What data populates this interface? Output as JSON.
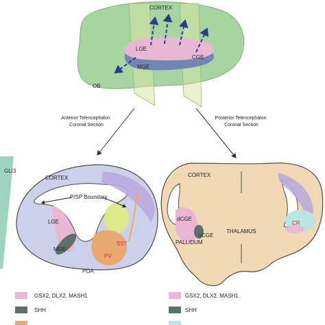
{
  "top_brain": {
    "cortex": "CORTEX",
    "lge": "LGE",
    "mge": "MGE",
    "cge": "CGE",
    "ob": "OB"
  },
  "sections": {
    "anterior": [
      "Anterior Telencephalon",
      "Coronal Section"
    ],
    "posterior": [
      "Posterior Telencephalon",
      "Coronal Section"
    ]
  },
  "gradient_label": "GLI3",
  "anterior_section": {
    "cortex": "CORTEX",
    "boundary": "P/SP Boundary",
    "lge": "LGE",
    "mge": "MGE",
    "poa": "POA",
    "sst": "SST",
    "pv": "PV"
  },
  "posterior_section": {
    "cortex": "CORTEX",
    "dcge": "dCGE",
    "vcge": "vCGE",
    "pallidum": "PALLIDUM",
    "thalamus": "THALAMUS",
    "cr": "CR"
  },
  "legend_left": [
    {
      "label": "GSX2, DLX2, MASH1",
      "color": "#e9b7d3"
    },
    {
      "label": "SHH",
      "color": "#5d6f6e"
    }
  ],
  "legend_right": [
    {
      "label": "GSX2, DLX2, MASH1",
      "color": "#e9b7d3"
    },
    {
      "label": "SHH",
      "color": "#5d6f6e"
    }
  ],
  "colors": {
    "brain_green": "#a7d4a0",
    "cortex_tan": "#f2d9b6",
    "ge_pink": "#e9b7d3",
    "ge_blue": "#6f87b3",
    "shh_gray": "#5d6f6e",
    "gli3_teal": "#9fd4c0",
    "lavender": "#cfc4e6",
    "yellow_green": "#dde98a",
    "orange": "#e9a870",
    "cyan": "#b9e6e2",
    "arrow_blue": "#2b3c8f",
    "accent_red": "#d2302c"
  }
}
